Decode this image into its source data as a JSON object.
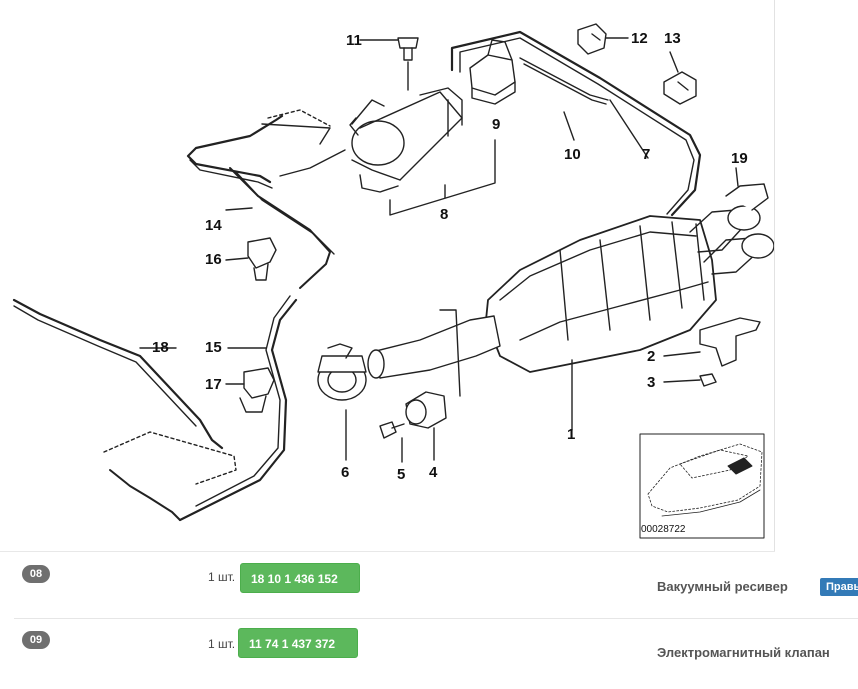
{
  "diagram": {
    "callouts": [
      "1",
      "2",
      "3",
      "4",
      "5",
      "6",
      "7",
      "8",
      "9",
      "10",
      "11",
      "12",
      "13",
      "14",
      "15",
      "16",
      "17",
      "18",
      "19"
    ],
    "inset_caption": "00028722"
  },
  "parts": [
    {
      "position": "08",
      "qty": "1 шт.",
      "part_number": "18 10 1 436 152",
      "name": "Вакуумный ресивер",
      "tag": "Правы"
    },
    {
      "position": "09",
      "qty": "1 шт.",
      "part_number": "11 74 1 437 372",
      "name": "Электромагнитный клапан"
    }
  ],
  "colors": {
    "button_green": "#5cb85c",
    "badge_gray": "#6f6f6f",
    "tag_blue": "#337ab7"
  }
}
